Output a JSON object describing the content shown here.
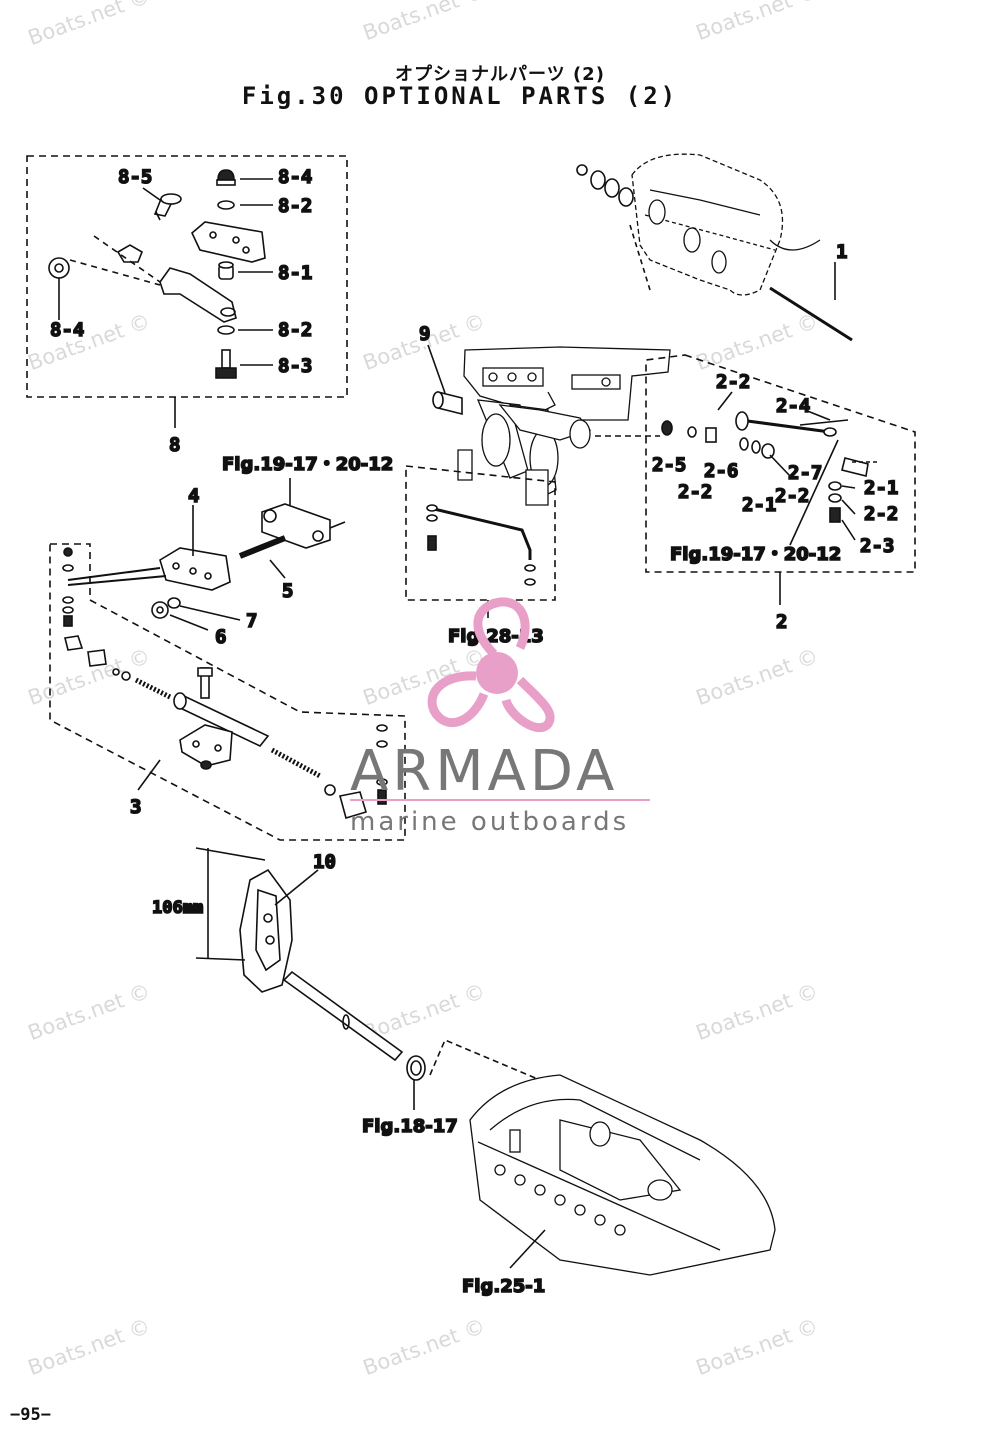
{
  "header": {
    "title_jp": "オプショナルパーツ (2)",
    "title_en": "Fig.30 OPTIONAL PARTS (2)"
  },
  "callouts": {
    "c8_5": "8-5",
    "c8_4a": "8-4",
    "c8_2a": "8-2",
    "c8_1": "8-1",
    "c8_4b": "8-4",
    "c8_2b": "8-2",
    "c8_3": "8-3",
    "c8": "8",
    "c1": "1",
    "c9": "9",
    "c2_2a": "2-2",
    "c2_4": "2-4",
    "c2_5": "2-5",
    "c2_6": "2-6",
    "c2_2b": "2-2",
    "c2_7": "2-7",
    "c2_1a": "2-1",
    "c2_2c": "2-2",
    "c2_1b": "2-1",
    "c2_2d": "2-2",
    "c2_3": "2-3",
    "c2": "2",
    "c4": "4",
    "c5": "5",
    "c6": "6",
    "c7": "7",
    "c3": "3",
    "c10": "10",
    "dim": "106mm"
  },
  "refs": {
    "r19a": "Fig.19-17・20-12",
    "r19b": "Fig.19-17・20-12",
    "r28": "Fig.28-13",
    "r18": "Fig.18-17",
    "r25": "Fig.25-1"
  },
  "logo": {
    "name": "ARMADA",
    "tagline": "marine outboards",
    "accent": "#e8a0c8",
    "text_color": "#777777"
  },
  "watermark": "Boats.net ©",
  "page_number": "−95−"
}
